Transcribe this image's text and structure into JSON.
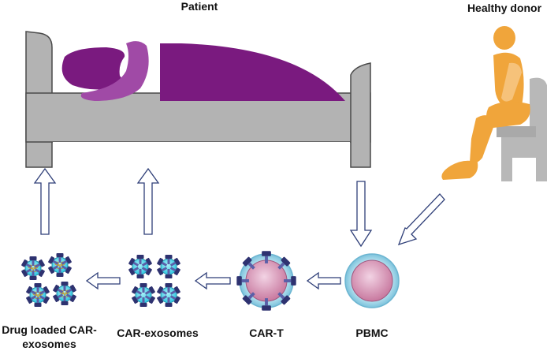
{
  "labels": {
    "patient": "Patient",
    "healthy_donor": "Healthy donor",
    "pbmc": "PBMC",
    "car_t": "CAR-T",
    "car_exosomes": "CAR-exosomes",
    "drug_loaded_line1": "Drug loaded CAR-",
    "drug_loaded_line2": "exosomes"
  },
  "colors": {
    "bed": "#b3b3b3",
    "bed_outline": "#4a4a4a",
    "patient": "#7a1a7f",
    "patient_light": "#a04aa6",
    "donor": "#f0a53b",
    "donor_light": "#f6c27a",
    "chair": "#b8b8b8",
    "cell_fill": "#d9a3c2",
    "cell_ring": "#9fd3e6",
    "exosome_fill": "#5fd8ea",
    "receptor": "#3b3f8f",
    "arrow": "#2f3f78"
  },
  "icons": {
    "bed": "hospital-bed-icon",
    "patient": "patient-figure-icon",
    "donor": "seated-person-icon",
    "chair": "chair-icon"
  }
}
